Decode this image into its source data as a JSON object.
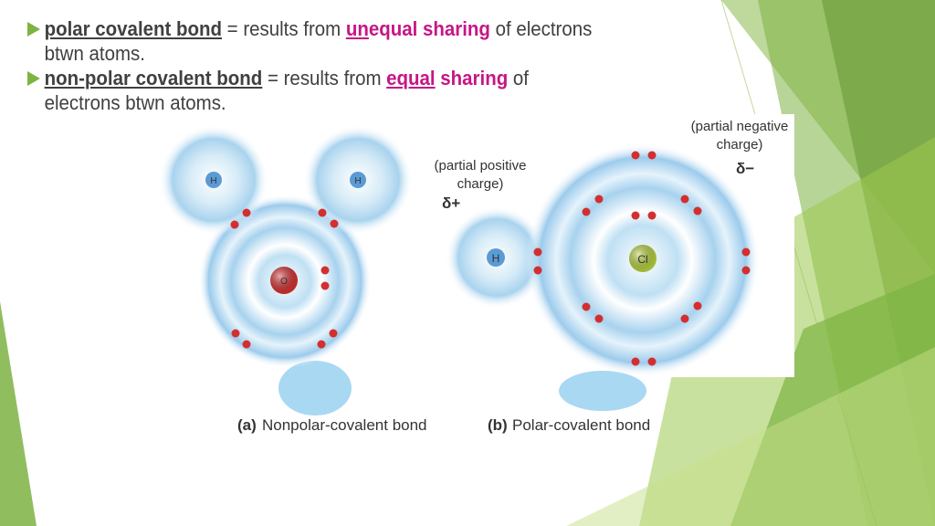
{
  "bullets": [
    {
      "term": "polar covalent bond",
      "equals": " = results from ",
      "hl_a": "un",
      "hl_b": "equal",
      "hl_c": " sharing",
      "rest": " of electrons",
      "cont": "btwn atoms."
    },
    {
      "term": "non-polar covalent bond",
      "equals": " = results from ",
      "hl_a": "equal",
      "hl_b": " sharing",
      "rest": " of",
      "cont": "electrons btwn atoms."
    }
  ],
  "figure": {
    "nonpolar": {
      "atoms": {
        "h1": "H",
        "h2": "H",
        "o": "O"
      },
      "caption_prefix": "(a)",
      "caption": "Nonpolar-covalent bond"
    },
    "polar": {
      "atoms": {
        "h": "H",
        "cl": "Cl"
      },
      "partial_positive": [
        "(partial positive",
        "charge)"
      ],
      "delta_plus": "δ+",
      "partial_negative": [
        "(partial negative",
        "charge)"
      ],
      "delta_minus": "δ−",
      "caption_prefix": "(b)",
      "caption": "Polar-covalent bond"
    }
  },
  "colors": {
    "accent_green": "#7cb342",
    "highlight": "#c71585",
    "electron": "#d32f2f",
    "oxygen": "#d32f2f",
    "hydrogen": "#5b9bd5",
    "chlorine": "#b5cf3c"
  }
}
